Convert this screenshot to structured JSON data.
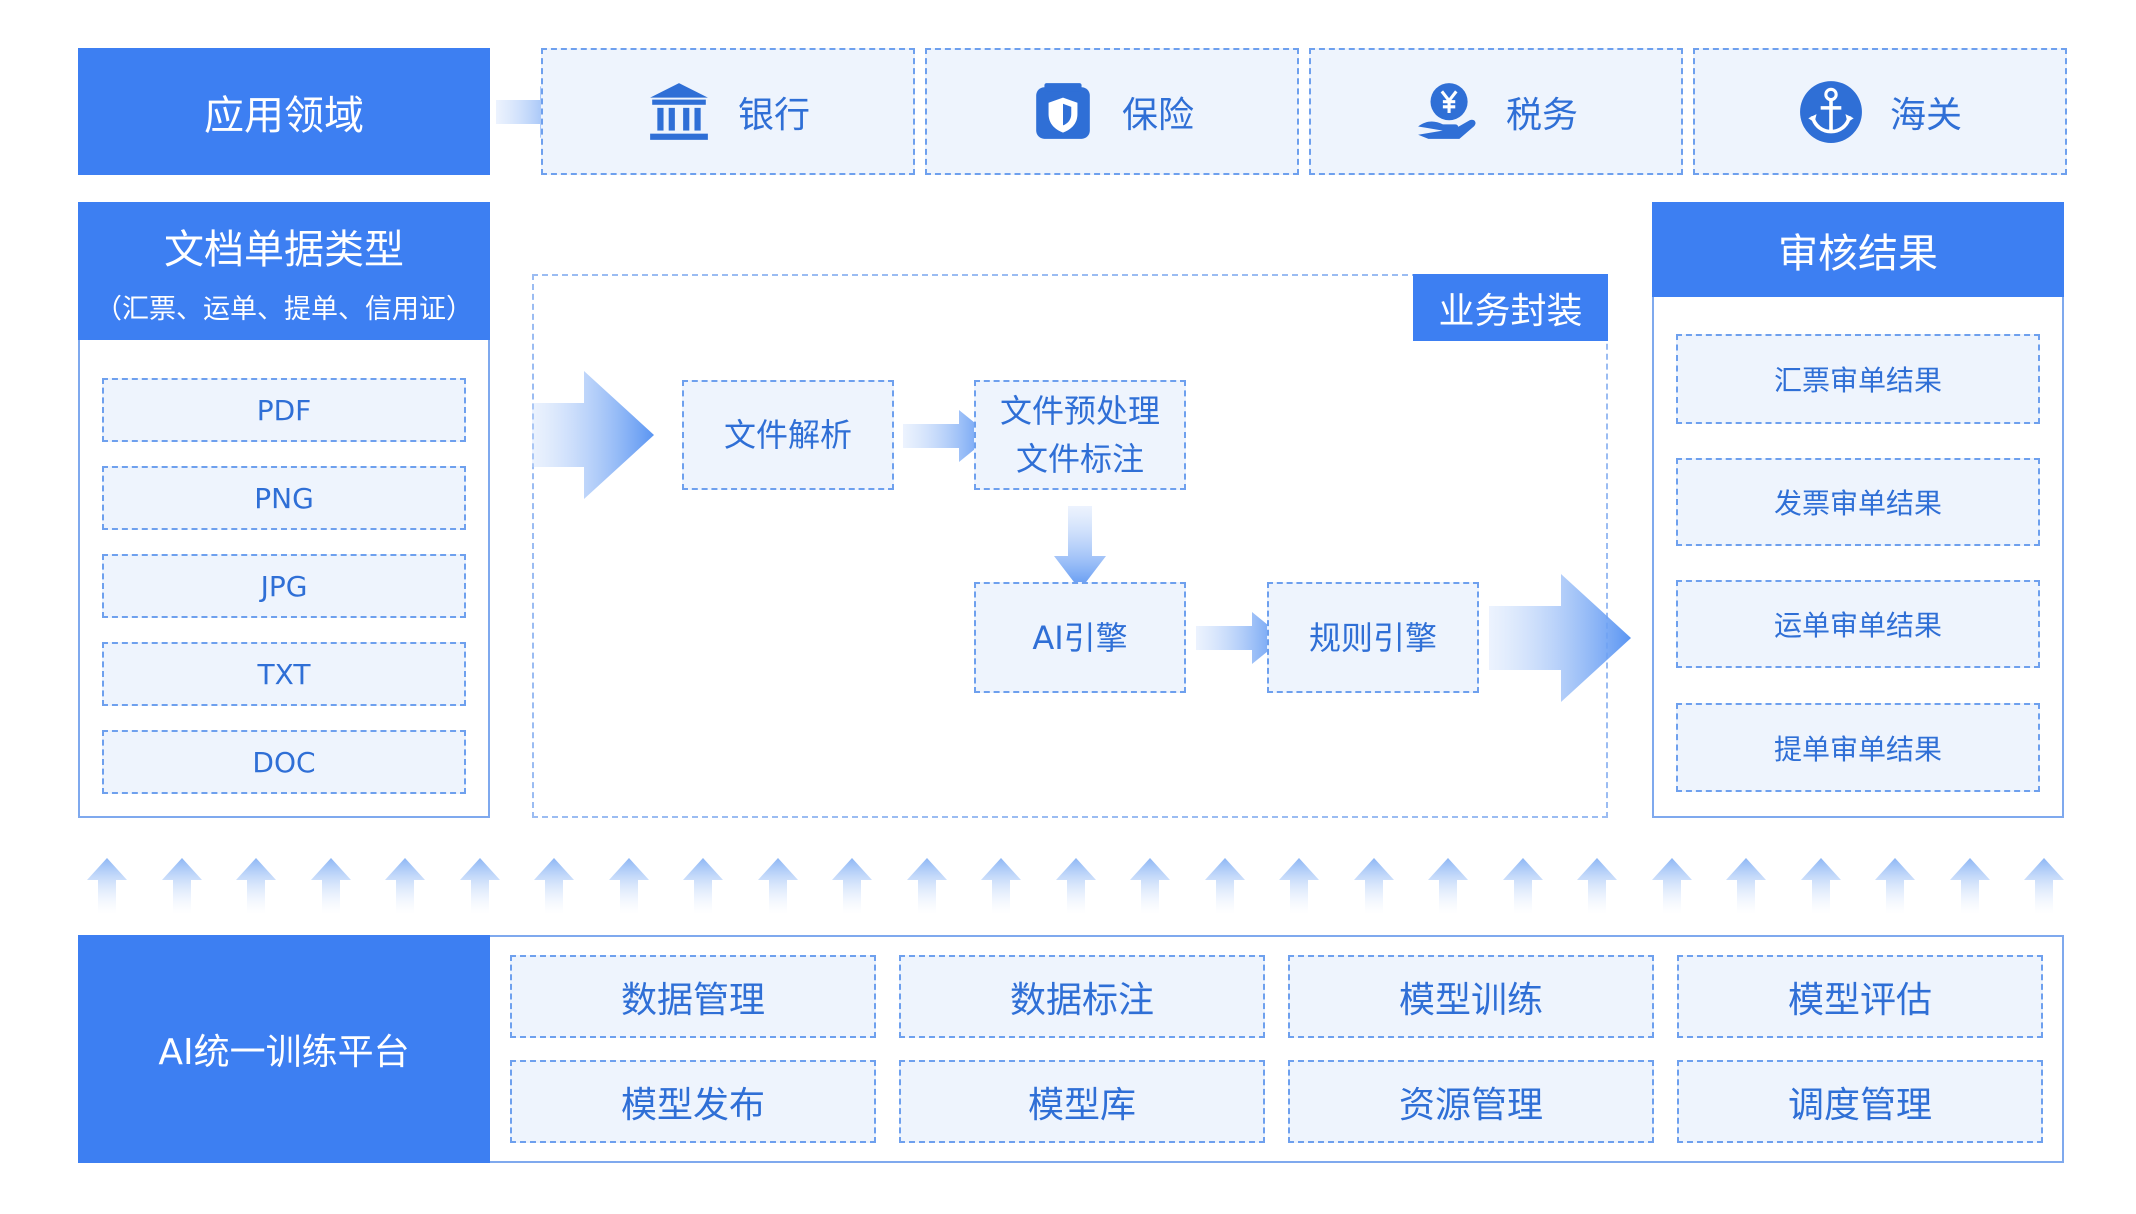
{
  "application_domain": {
    "title": "应用领域",
    "items": [
      {
        "label": "银行",
        "icon": "bank-icon"
      },
      {
        "label": "保险",
        "icon": "insurance-shield-icon"
      },
      {
        "label": "税务",
        "icon": "tax-yuan-hand-icon"
      },
      {
        "label": "海关",
        "icon": "customs-anchor-icon"
      }
    ]
  },
  "document_types": {
    "title": "文档单据类型",
    "subtitle": "（汇票、运单、提单、信用证）",
    "formats": [
      "PDF",
      "PNG",
      "JPG",
      "TXT",
      "DOC"
    ]
  },
  "business_packaging": {
    "title": "业务封装",
    "steps": {
      "parse": "文件解析",
      "preprocess_line1": "文件预处理",
      "preprocess_line2": "文件标注",
      "ai_engine": "AI引擎",
      "rule_engine": "规则引擎"
    }
  },
  "audit_results": {
    "title": "审核结果",
    "items": [
      "汇票审单结果",
      "发票审单结果",
      "运单审单结果",
      "提单审单结果"
    ]
  },
  "training_platform": {
    "title": "AI统一训练平台",
    "modules": [
      "数据管理",
      "数据标注",
      "模型训练",
      "模型评估",
      "模型发布",
      "模型库",
      "资源管理",
      "调度管理"
    ]
  },
  "colors": {
    "primary_blue": "#3d7ff2",
    "light_fill": "#eef4fd",
    "dashed_border": "#6ea0ee",
    "text_blue": "#2f6fd6"
  }
}
